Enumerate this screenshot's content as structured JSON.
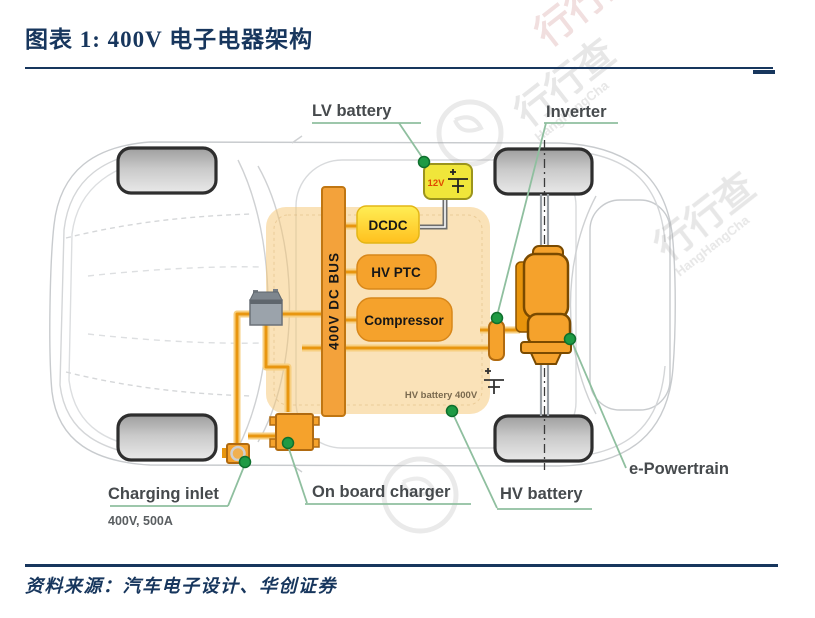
{
  "figure": {
    "title": "图表 1:  400V 电子电器架构",
    "source": "资料来源：汽车电子设计、华创证券"
  },
  "diagram": {
    "labels": {
      "lv_battery": "LV battery",
      "inverter": "Inverter",
      "charging_inlet": "Charging inlet",
      "charging_inlet_spec": "400V, 500A",
      "on_board_charger": "On board charger",
      "hv_battery": "HV battery",
      "e_powertrain": "e-Powertrain"
    },
    "components": {
      "dc_bus": "400V DC BUS",
      "dcdc": "DCDC",
      "hv_ptc": "HV PTC",
      "compressor": "Compressor",
      "lv_voltage": "12V",
      "hv_pack": "HV battery 400V"
    },
    "watermark": {
      "cn": "行行查",
      "en": "HangHangCha"
    }
  },
  "colors": {
    "navy": "#17365D",
    "component_orange": "#F5A22C",
    "pack_tan": "#F4C571",
    "wire_orange": "#E8960F",
    "dot_green": "#1E9A44",
    "leader_green": "#8FBF9F"
  }
}
